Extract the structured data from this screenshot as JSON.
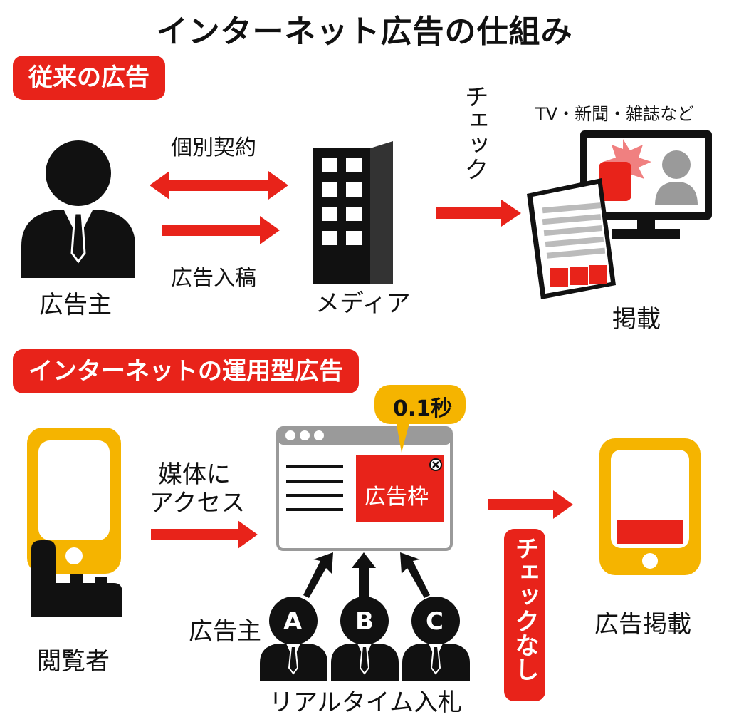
{
  "title": "インターネット広告の仕組み",
  "traditional": {
    "heading": "従来の広告",
    "advertiser": "広告主",
    "contract": "個別契約",
    "submission": "広告入稿",
    "media": "メディア",
    "check": "チェック",
    "media_types": "TV・新聞・雑誌など",
    "published": "掲載"
  },
  "internet": {
    "heading": "インターネットの運用型広告",
    "viewer": "閲覧者",
    "access_line1": "媒体に",
    "access_line2": "アクセス",
    "ad_slot": "広告枠",
    "time": "0.1秒",
    "advertiser": "広告主",
    "bidders": [
      "A",
      "B",
      "C"
    ],
    "bidding": "リアルタイム入札",
    "no_check": "チェックなし",
    "published": "広告掲載"
  },
  "colors": {
    "accent": "#e8231a",
    "yellow": "#f5b400",
    "gray": "#9a9a9a",
    "dark": "#111111"
  }
}
